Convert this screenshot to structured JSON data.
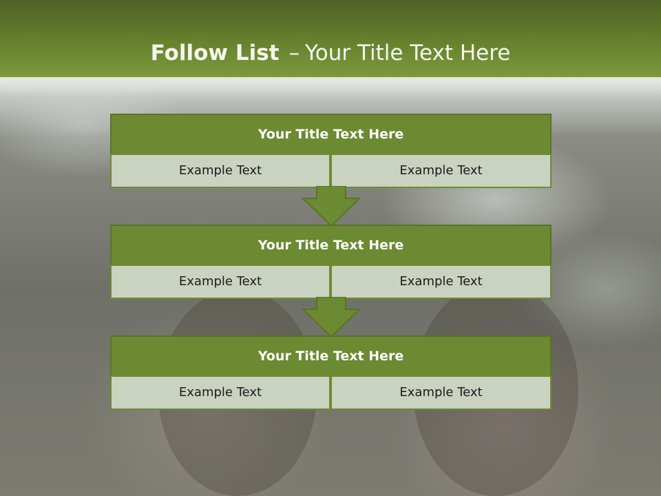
{
  "header": {
    "title_bold": "Follow List",
    "title_separator": "–",
    "title_rest": "Your Title Text Here"
  },
  "blocks": [
    {
      "title": "Your Title Text Here",
      "left": "Example Text",
      "right": "Example Text"
    },
    {
      "title": "Your Title Text Here",
      "left": "Example Text",
      "right": "Example Text"
    },
    {
      "title": "Your Title Text Here",
      "left": "Example Text",
      "right": "Example Text"
    }
  ],
  "colors": {
    "header_green": "#67812e",
    "block_title_green": "#6c8a31",
    "cell_fill": "#c9d3c0",
    "arrow_green": "#6c8a31"
  }
}
